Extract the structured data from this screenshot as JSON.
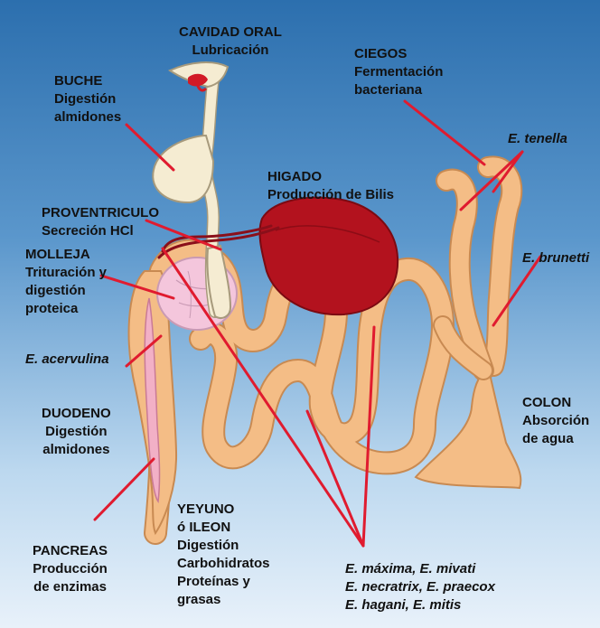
{
  "labels": {
    "cavidad_oral": [
      "CAVIDAD ORAL",
      "Lubricación"
    ],
    "buche": [
      "BUCHE",
      "Digestión",
      "almidones"
    ],
    "ciegos": [
      "CIEGOS",
      "Fermentación",
      "bacteriana"
    ],
    "e_tenella": [
      "E. tenella"
    ],
    "higado": [
      "HIGADO",
      "Producción de Bilis"
    ],
    "proventriculo": [
      "PROVENTRICULO",
      "Secreción HCl"
    ],
    "e_brunetti": [
      "E. brunetti"
    ],
    "molleja": [
      "MOLLEJA",
      "Trituración y",
      "digestión",
      "proteica"
    ],
    "e_acervulina": [
      "E. acervulina"
    ],
    "duodeno": [
      "DUODENO",
      "Digestión",
      "almidones"
    ],
    "colon": [
      "COLON",
      "Absorción",
      "de agua"
    ],
    "yeyuno": [
      "YEYUNO",
      "ó ILEON",
      "Digestión",
      "Carbohidratos",
      "Proteínas y",
      "grasas"
    ],
    "pancreas": [
      "PANCREAS",
      "Producción",
      "de enzimas"
    ],
    "eimeria_group": [
      "E. máxima, E. mivati",
      "E. necratrix, E. praecox",
      "E. hagani, E. mitis"
    ]
  },
  "colors": {
    "gut": "#f4bd86",
    "gut_outline": "#c88a52",
    "crop": "#f5ecd2",
    "liver": "#b3121e",
    "gizzard": "#f4c6dc",
    "pointer": "#e01b2f",
    "mouth": "#d21a26"
  }
}
